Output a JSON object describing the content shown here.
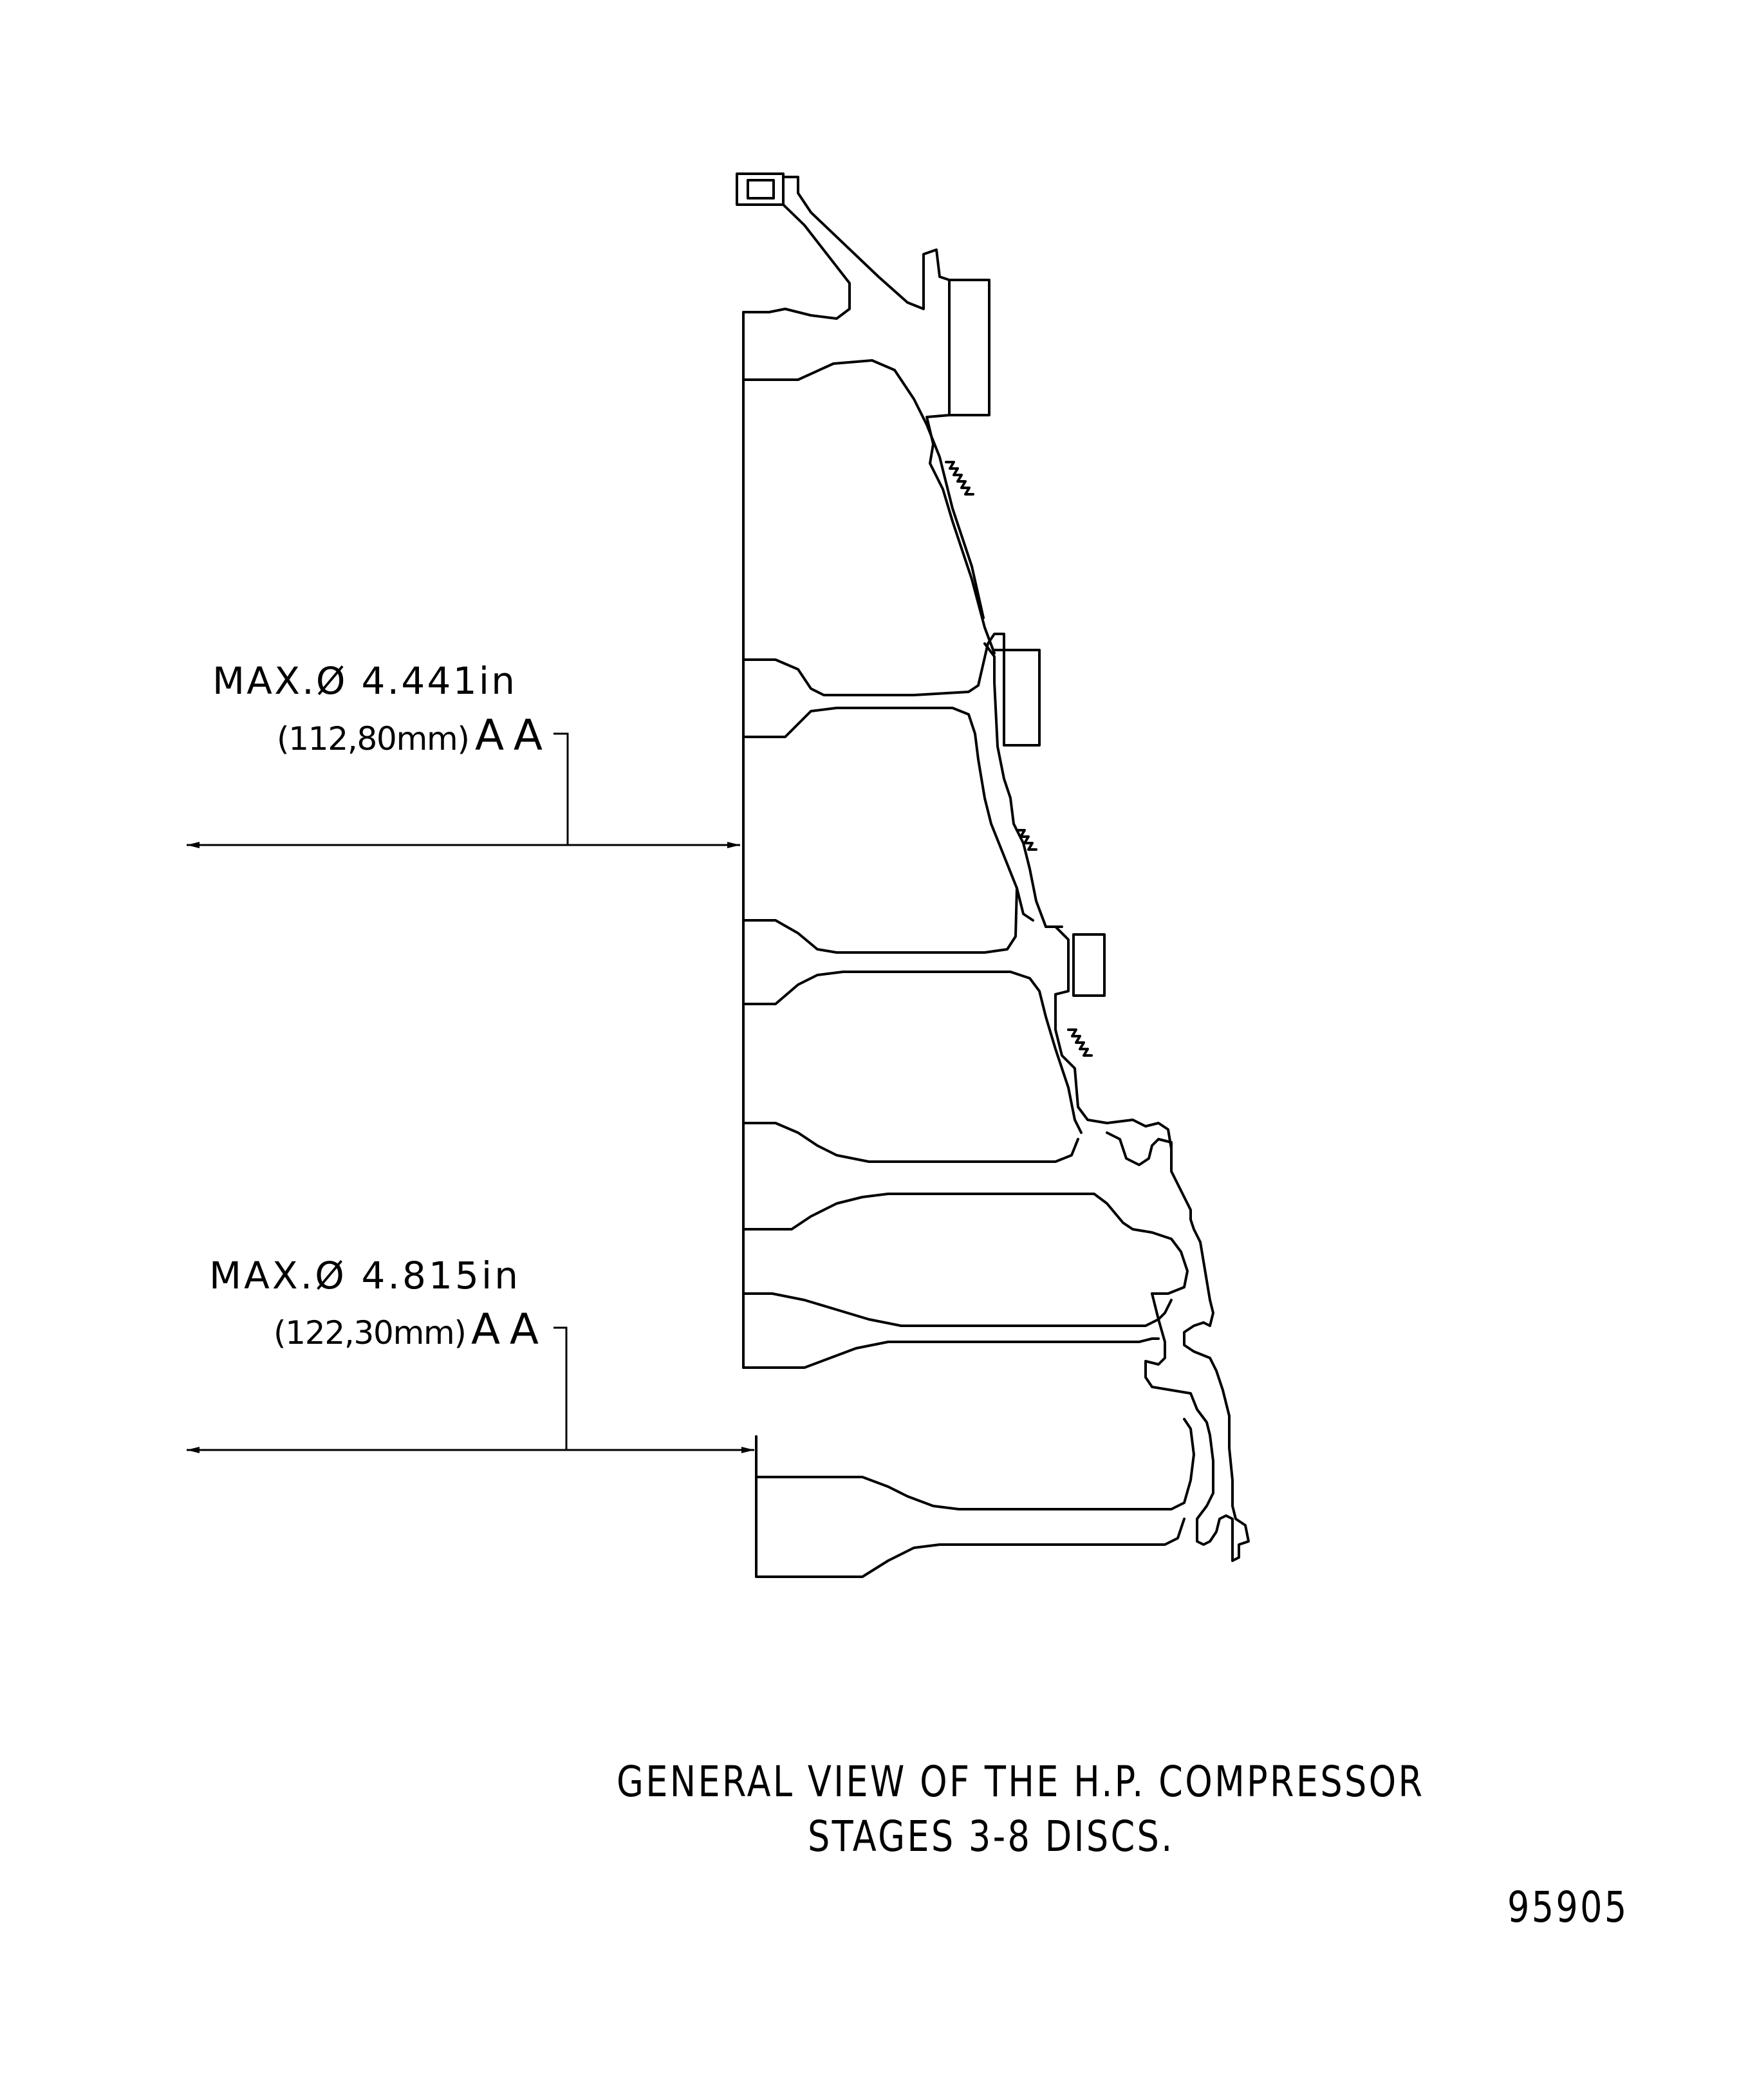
{
  "annotations": [
    {
      "line1": "MAX.Ø 4.441in",
      "line2": "(112,80mm)",
      "tag": "AA"
    },
    {
      "line1": "MAX.Ø 4.815in",
      "line2": "(122,30mm)",
      "tag": "AA"
    }
  ],
  "caption": {
    "line1": "GENERAL  VIEW  OF  THE  H.P.  COMPRESSOR",
    "line2": "STAGES  3-8  DISCS."
  },
  "drawing_number": "95905"
}
